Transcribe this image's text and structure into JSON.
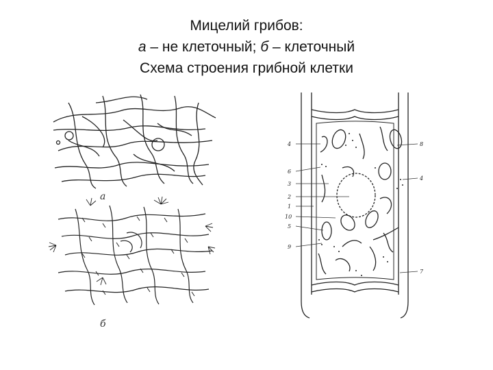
{
  "title": {
    "line1": "Мицелий грибов:",
    "line2_a": "а",
    "line2_mid": " – не клеточный; ",
    "line2_b": "б",
    "line2_end": " – клеточный",
    "line3": "Схема строения грибной клетки"
  },
  "figure_labels": {
    "panel_a": "а",
    "panel_b": "б",
    "cell_labels_left": [
      "4",
      "6",
      "3",
      "2",
      "1",
      "10",
      "5",
      "9"
    ],
    "cell_labels_right": [
      "8",
      "4",
      "7"
    ]
  }
}
